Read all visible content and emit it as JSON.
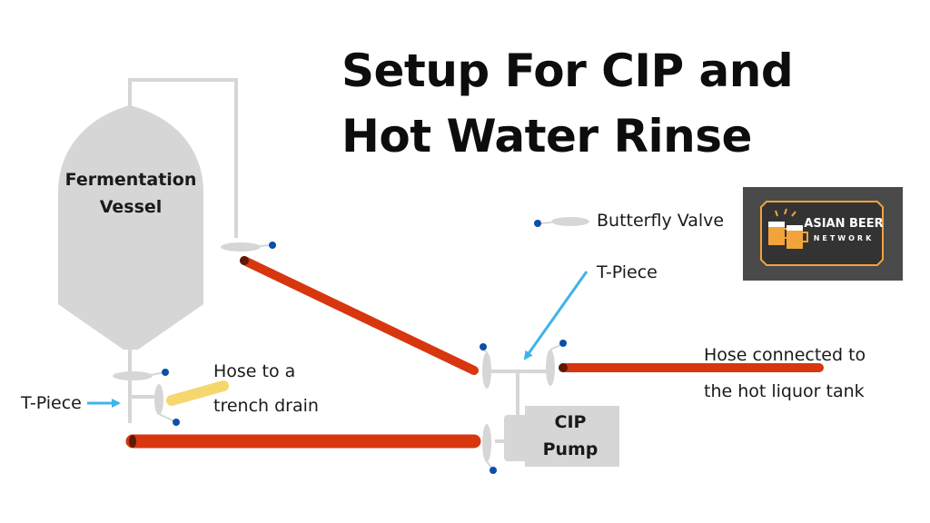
{
  "title": {
    "line1": "Setup For CIP and",
    "line2": "Hot Water Rinse"
  },
  "labels": {
    "vessel_line1": "Fermentation",
    "vessel_line2": "Vessel",
    "butterfly_valve": "Butterfly Valve",
    "t_piece_right": "T-Piece",
    "t_piece_left": "T-Piece",
    "hose_drain_line1": "Hose to a",
    "hose_drain_line2": "trench drain",
    "hose_hlt_line1": "Hose connected  to",
    "hose_hlt_line2": "the hot liquor tank",
    "pump_line1": "CIP",
    "pump_line2": "Pump"
  },
  "logo": {
    "line1": "ASIAN BEER",
    "line2": "NETWORK"
  },
  "colors": {
    "hose_red": "#d8360e",
    "hose_yellow": "#f5d76e",
    "equipment_grey": "#d6d6d6",
    "valve_handle_blue": "#0c4fa8",
    "arrow_blue": "#3fb4ea",
    "logo_bg": "#4a4a4a",
    "logo_accent": "#f2a33a"
  },
  "icons": {
    "valve": "butterfly-valve-icon",
    "arrow": "pointer-arrow-icon",
    "beer_mug": "beer-mug-icon"
  }
}
